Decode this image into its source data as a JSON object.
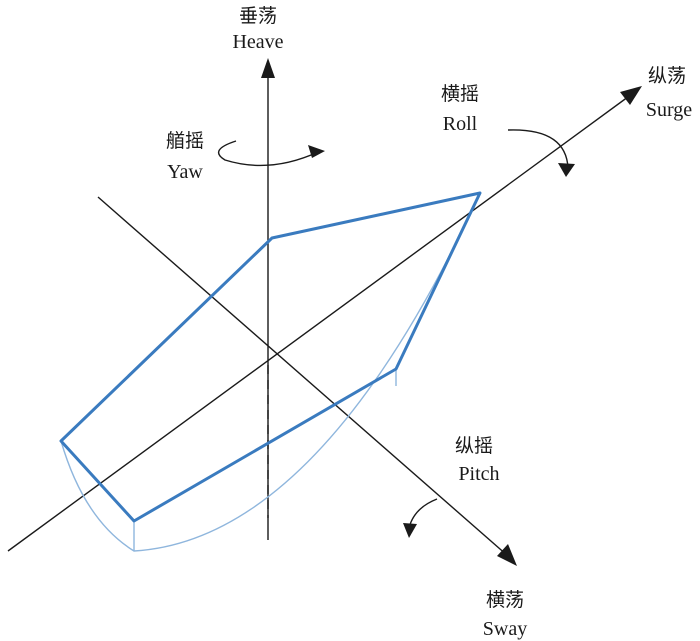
{
  "labels": {
    "heave": {
      "cn": "垂荡",
      "en": "Heave"
    },
    "surge": {
      "cn": "纵荡",
      "en": "Surge"
    },
    "sway": {
      "cn": "横荡",
      "en": "Sway"
    },
    "roll": {
      "cn": "横摇",
      "en": "Roll"
    },
    "yaw": {
      "cn": "艏摇",
      "en": "Yaw"
    },
    "pitch": {
      "cn": "纵摇",
      "en": "Pitch"
    }
  },
  "colors": {
    "axis": "#1a1a1a",
    "hull_outline": "#3a7bbf",
    "hull_hidden": "#8fb6dd"
  }
}
